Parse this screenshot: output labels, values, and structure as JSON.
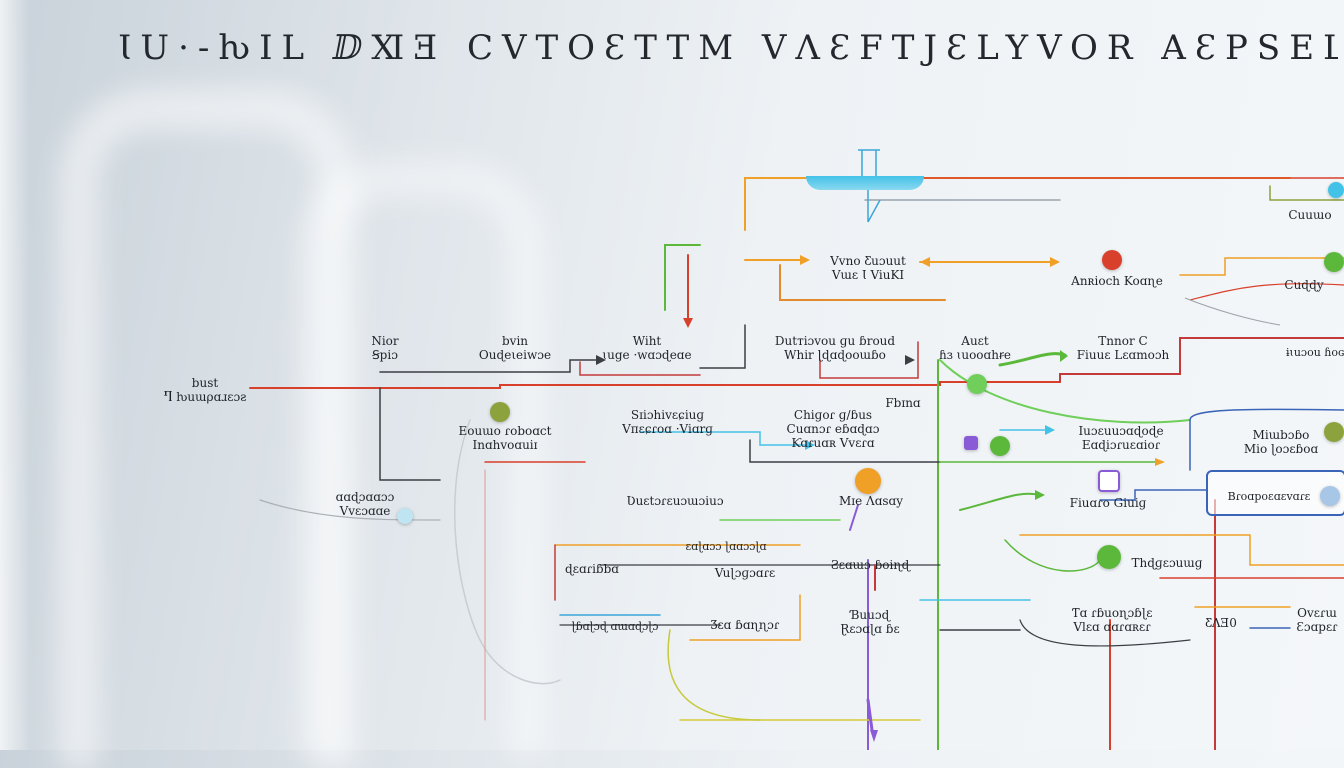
{
  "title": "ƖU·-ƕIⅬ ⅅⅪƎ CVTOƐTTM ⅤΛƐFTJƐLYVOR  AƐPSELƐNRIƖQƤ·Ɩ NTƐ",
  "nodes": [
    {
      "id": "n1",
      "lines": [
        "bust",
        "Ⴄ ƕuɯρɑɹɛɔƨ"
      ]
    },
    {
      "id": "n2",
      "lines": [
        "Nior",
        "Ꞩpiɔ"
      ]
    },
    {
      "id": "n3",
      "lines": [
        "bvin",
        "Ouɖeιeiwɔe"
      ]
    },
    {
      "id": "n4",
      "lines": [
        "Wiht",
        "ɩuge ·wɑɔɖeɑe"
      ]
    },
    {
      "id": "n5",
      "lines": [
        "Dutᴛiɔvou ɡu ɓroud",
        "Whir ɭɖɑɖooɯɓo"
      ]
    },
    {
      "id": "n6",
      "lines": [
        "Vvno Ƹuɔuut",
        "Vɯɛ Ɩ ViuKI"
      ]
    },
    {
      "id": "n7",
      "lines": [
        "Auɛt",
        "ɦɜ ɩuooɑhꞧe"
      ]
    },
    {
      "id": "n8",
      "lines": [
        "Tnnor C",
        "Fiuuɛ Lɛɑmoɔh"
      ]
    },
    {
      "id": "n9",
      "lines": [
        "Anʀioch Koɑɳe"
      ]
    },
    {
      "id": "n10",
      "lines": [
        "Cuɖɖy"
      ]
    },
    {
      "id": "n11",
      "lines": [
        "Cuuɯo"
      ]
    },
    {
      "id": "n12",
      "lines": [
        "ɨɩuɔou ɦoɢɛɔ"
      ]
    },
    {
      "id": "n13",
      "lines": [
        "Eouɯo ɾoboɑct",
        "Inɑhvoɑuiɪ"
      ]
    },
    {
      "id": "n14",
      "lines": [
        "Sɪiɔhivɛɕiuɡ",
        "Vᴨɛɕɾoɑ ·Viɑrɡ"
      ]
    },
    {
      "id": "n15",
      "lines": [
        "Chiɡoɾ ɡ/ɓus",
        "Cuɑnɔɾ eɓɑɖɑɔ",
        "Ƙɑɾuɑʀ Vvɛɾɑ"
      ]
    },
    {
      "id": "n16",
      "lines": [
        "Fbɪnɑ"
      ]
    },
    {
      "id": "n17",
      "lines": [
        "Iuɔɛuuɔɑɖoɖe",
        "Eɑɖiɔɾuɛɑioɾ"
      ]
    },
    {
      "id": "n18",
      "lines": [
        "Miɯbɔɓo",
        "Mio ɭoɔɛɓoɑ"
      ]
    },
    {
      "id": "n19",
      "lines": [
        "ɑɑɖɔɑɑɔɔ",
        "Vvɛɔɑɑe"
      ]
    },
    {
      "id": "n20",
      "lines": [
        "Ʋuɛtɔɾɛuɔɯɔiuɔ"
      ]
    },
    {
      "id": "n21",
      "lines": [
        "Mɪe Ʌɑsɑy"
      ]
    },
    {
      "id": "n22",
      "lines": [
        "Fiuɑɾo Giuiɡ"
      ]
    },
    {
      "id": "n23",
      "lines": [
        "Bɾoɑpoɛɑɛvɑɾɛ"
      ]
    },
    {
      "id": "n24",
      "lines": [
        "ɖɛɑɾiɓbɑ"
      ]
    },
    {
      "id": "n25",
      "lines": [
        "Vuɭɔɡɔɑɾɛ"
      ]
    },
    {
      "id": "n26",
      "lines": [
        "Ƨɛɑɯɔ ɓoiɳɖ"
      ]
    },
    {
      "id": "n27",
      "lines": [
        "Thɖɡɛɔuɯɡ"
      ]
    },
    {
      "id": "n28",
      "lines": [
        "ɛɑɭɑɔɔ ɭɑɑɔɔɭɑ"
      ]
    },
    {
      "id": "n29",
      "lines": [
        "Ʒɛɑ ɓɑɳɳɔɾ"
      ]
    },
    {
      "id": "n30",
      "lines": [
        "Ɓuuɔɖ",
        "Ɽɛɔɑɭɑ ɓɛ"
      ]
    },
    {
      "id": "n31",
      "lines": [
        "Ƭɑ ɾɓuoɳɔɓɭɛ",
        "Vlɛɑ ɑɑɾɑʀɛɾ"
      ]
    },
    {
      "id": "n32",
      "lines": [
        "ƸɅƎ0"
      ]
    },
    {
      "id": "n33",
      "lines": [
        "Ovɛɾɯ",
        "Ɛɔɑpɛɾ"
      ]
    },
    {
      "id": "n34",
      "lines": [
        "ɭɓɑɭɔɖ ɑɯɑɖɔɭɔ"
      ]
    }
  ],
  "icon_colors": {
    "green": "#5bb83a",
    "red": "#d9402b",
    "orange": "#f0a026",
    "purple": "#8a5bd6",
    "blue": "#3a64b8",
    "cyan": "#43c2e8",
    "olive": "#8ca23d"
  },
  "wire_colors": [
    "#d9402b",
    "#f0a026",
    "#5bb83a",
    "#43c2e8",
    "#8a5bd6",
    "#3a64b8",
    "#e38b2c",
    "#c43a3a",
    "#6fcf5a",
    "#3aa6d9"
  ]
}
